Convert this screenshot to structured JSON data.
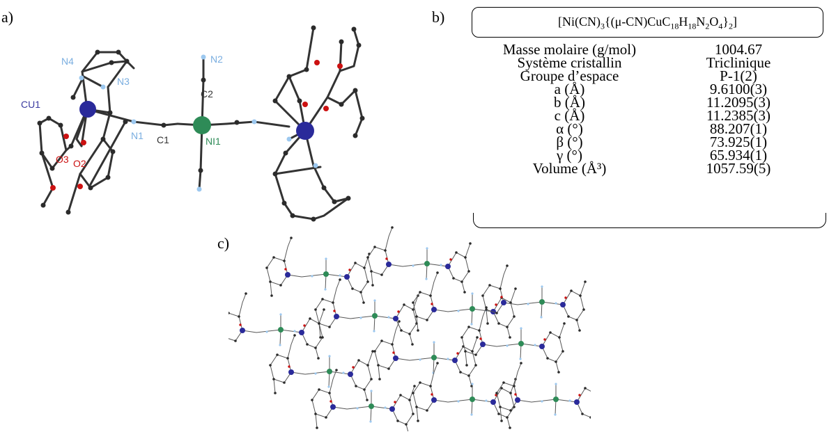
{
  "panels": {
    "a": "a)",
    "b": "b)",
    "c": "c)"
  },
  "atom_labels": {
    "cu1": "CU1",
    "n4": "N4",
    "n3": "N3",
    "n2": "N2",
    "c2": "C2",
    "n1": "N1",
    "c1": "C1",
    "ni1": "NI1",
    "o3": "O3",
    "o2": "O2"
  },
  "colors": {
    "cu": "#2a2a9a",
    "ni": "#2e8b57",
    "n": "#9cc8ef",
    "o": "#cc1111",
    "c": "#2b2b2b",
    "label_n": "#7aaee0",
    "label_o": "#cc1111",
    "label_cu": "#3a3aa0",
    "label_ni": "#2e8b57"
  },
  "formula": {
    "p1": "[Ni(CN)",
    "s1": "3",
    "p2": "{(μ-CN)CuC",
    "s2": "18",
    "p3": "H",
    "s3": "18",
    "p4": "N",
    "s4": "2",
    "p5": "O",
    "s5": "4",
    "p6": "}",
    "s6": "2",
    "p7": "]"
  },
  "properties": [
    {
      "label": "Masse molaire (g/mol)",
      "value": "1004.67"
    },
    {
      "label": "Système cristallin",
      "value": "Triclinique"
    },
    {
      "label": "Groupe d’espace",
      "value": "P-1(2)"
    },
    {
      "label": "a (Å)",
      "value": "9.6100(3)"
    },
    {
      "label": "b (Å)",
      "value": "11.2095(3)"
    },
    {
      "label": "c (Å)",
      "value": "11.2385(3)"
    },
    {
      "label": "α (°)",
      "value": "88.207(1)"
    },
    {
      "label": "β  (°)",
      "value": "73.925(1)"
    },
    {
      "label": "γ  (°)",
      "value": "65.934(1)"
    },
    {
      "label": "Volume (Å³)",
      "value": "1057.59(5)"
    }
  ]
}
